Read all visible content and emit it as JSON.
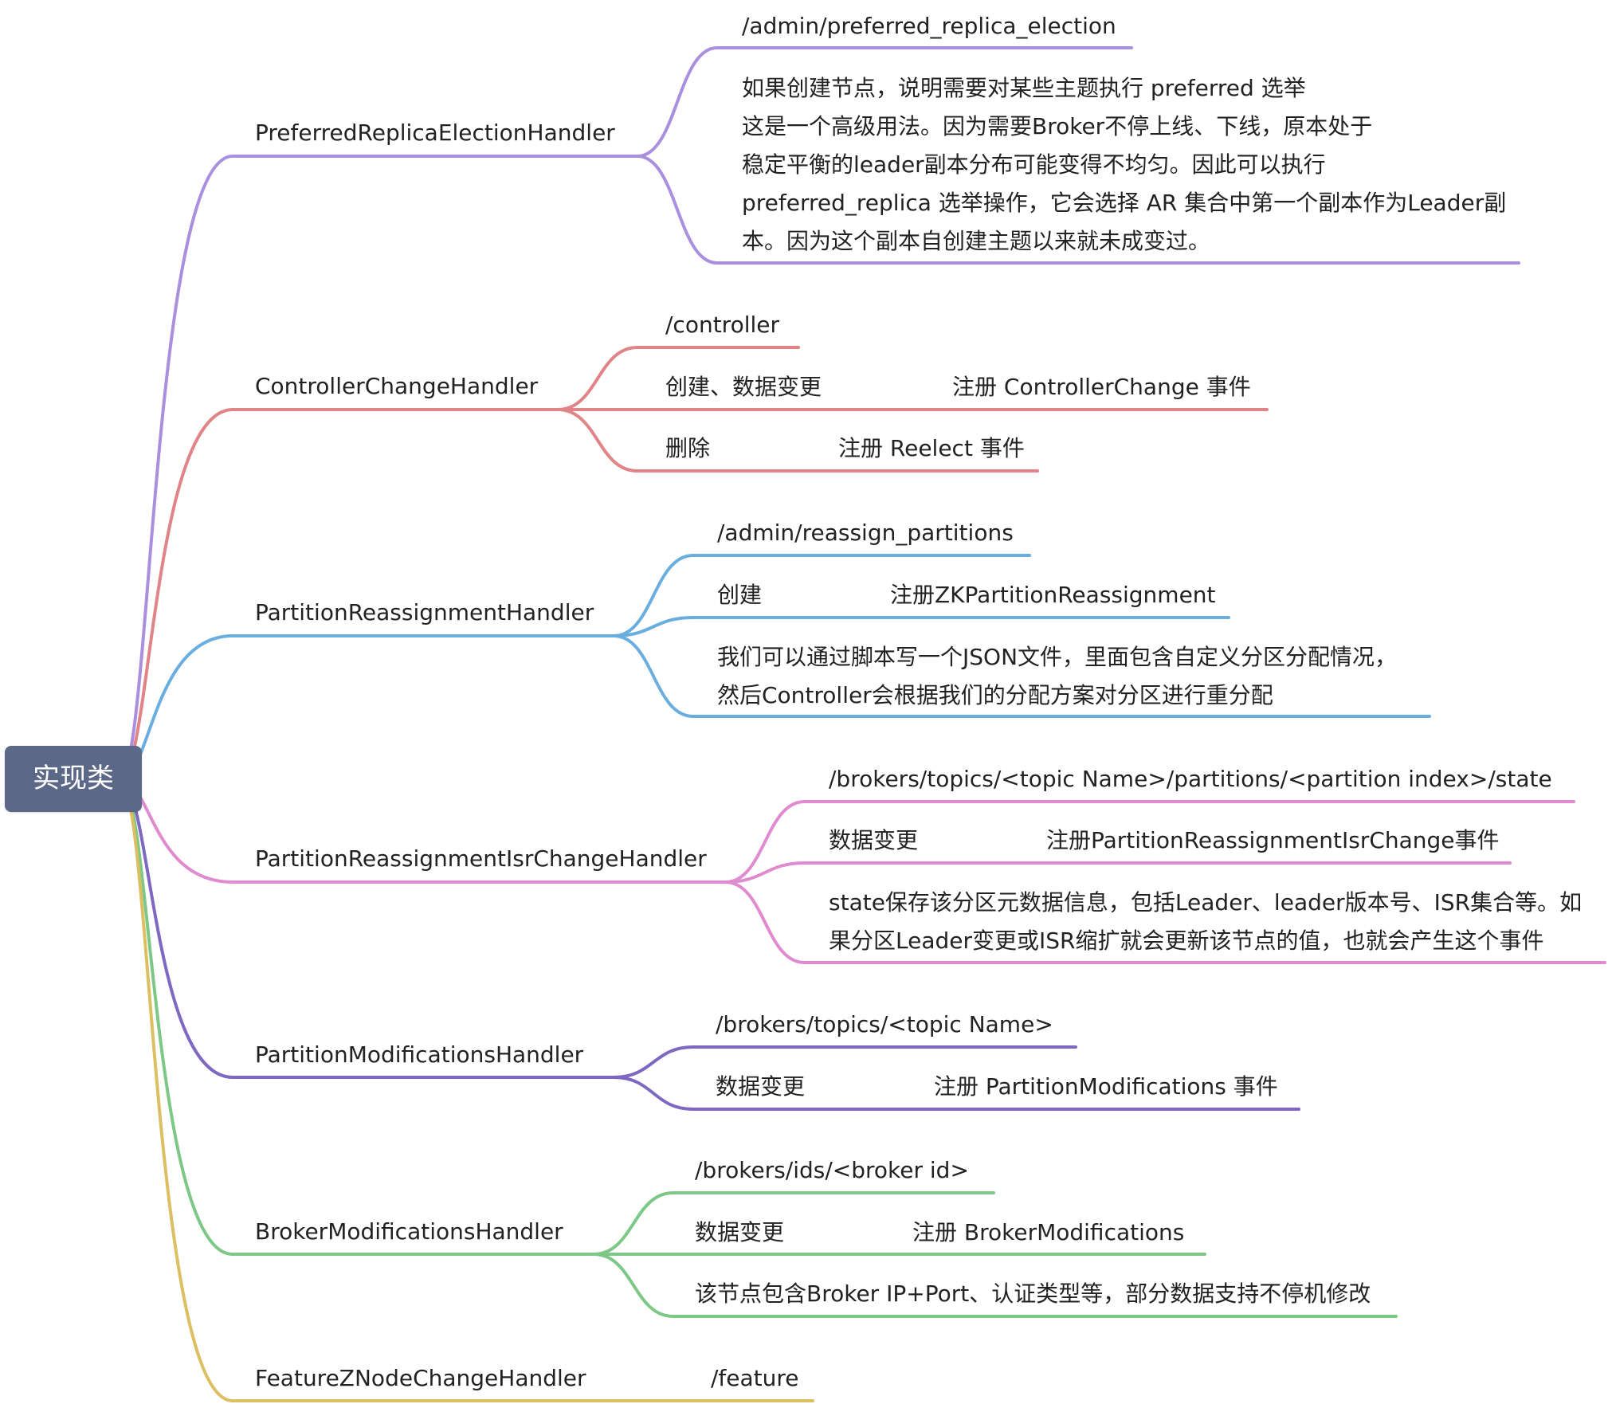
{
  "root": {
    "label": "实现类",
    "color": "#5c6888"
  },
  "branches": [
    {
      "id": "preferred",
      "color": "#a98fde",
      "label": "PreferredReplicaElectionHandler",
      "children": [
        {
          "text": "/admin/preferred_replica_election"
        },
        {
          "text": "如果创建节点，说明需要对某些主题执行 preferred 选举\n这是一个高级用法。因为需要Broker不停上线、下线，原本处于\n稳定平衡的leader副本分布可能变得不均匀。因此可以执行\npreferred_replica 选举操作，它会选择 AR 集合中第一个副本作为Leader副\n本。因为这个副本自创建主题以来就未成变过。"
        }
      ]
    },
    {
      "id": "controller",
      "color": "#e08487",
      "label": "ControllerChangeHandler",
      "children": [
        {
          "text": "/controller"
        },
        {
          "text": "创建、数据变更",
          "sub": "注册 ControllerChange 事件"
        },
        {
          "text": "删除",
          "sub": "注册 Reelect 事件"
        }
      ]
    },
    {
      "id": "reassign",
      "color": "#6aaee0",
      "label": "PartitionReassignmentHandler",
      "children": [
        {
          "text": "/admin/reassign_partitions"
        },
        {
          "text": "创建",
          "sub": "注册ZKPartitionReassignment"
        },
        {
          "text": "我们可以通过脚本写一个JSON文件，里面包含自定义分区分配情况，\n然后Controller会根据我们的分配方案对分区进行重分配"
        }
      ]
    },
    {
      "id": "isr",
      "color": "#e08ad0",
      "label": "PartitionReassignmentIsrChangeHandler",
      "children": [
        {
          "text": "/brokers/topics/<topic Name>/partitions/<partition index>/state"
        },
        {
          "text": "数据变更",
          "sub": "注册PartitionReassignmentIsrChange事件"
        },
        {
          "text": "state保存该分区元数据信息，包括Leader、leader版本号、ISR集合等。如\n果分区Leader变更或ISR缩扩就会更新该节点的值，也就会产生这个事件"
        }
      ]
    },
    {
      "id": "modifications",
      "color": "#7e68c2",
      "label": "PartitionModificationsHandler",
      "children": [
        {
          "text": "/brokers/topics/<topic Name>"
        },
        {
          "text": "数据变更",
          "sub": "注册 PartitionModifications 事件"
        }
      ]
    },
    {
      "id": "broker",
      "color": "#7ec887",
      "label": "BrokerModificationsHandler",
      "children": [
        {
          "text": "/brokers/ids/<broker id>"
        },
        {
          "text": "数据变更",
          "sub": "注册 BrokerModifications"
        },
        {
          "text": "该节点包含Broker IP+Port、认证类型等，部分数据支持不停机修改"
        }
      ]
    },
    {
      "id": "feature",
      "color": "#dcbf62",
      "label": "FeatureZNodeChangeHandler",
      "children": [
        {
          "text": "/feature"
        }
      ]
    }
  ]
}
